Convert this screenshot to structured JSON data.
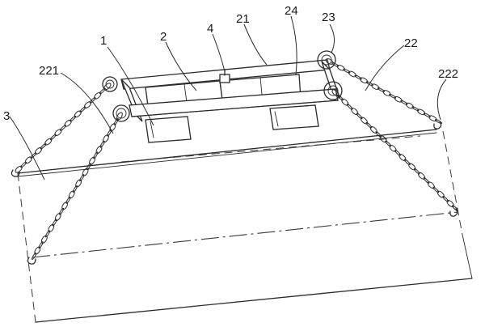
{
  "labels": {
    "l1": "1",
    "l2": "2",
    "l3": "3",
    "l4": "4",
    "l21": "21",
    "l22": "22",
    "l23": "23",
    "l24": "24",
    "l221": "221",
    "l222": "222"
  }
}
